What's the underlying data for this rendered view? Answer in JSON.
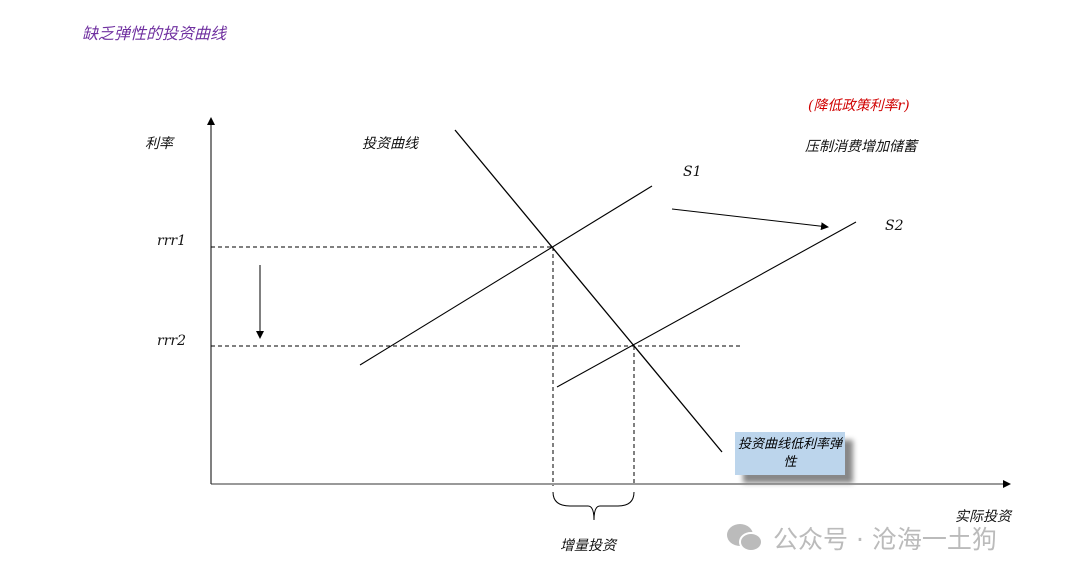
{
  "title": "缺乏弹性的投资曲线",
  "labels": {
    "y_axis": "利率",
    "x_axis": "实际投资",
    "investment_curve": "投资曲线",
    "s1": "S1",
    "s2": "S2",
    "rrr1": "rrr1",
    "rrr2": "rrr2",
    "policy": "(降低政策利率r)",
    "suppress": "压制消费增加储蓄",
    "increment": "增量投资",
    "callout": "投资曲线低利率弹性"
  },
  "watermark": "公众号 · 沧海一土狗"
}
